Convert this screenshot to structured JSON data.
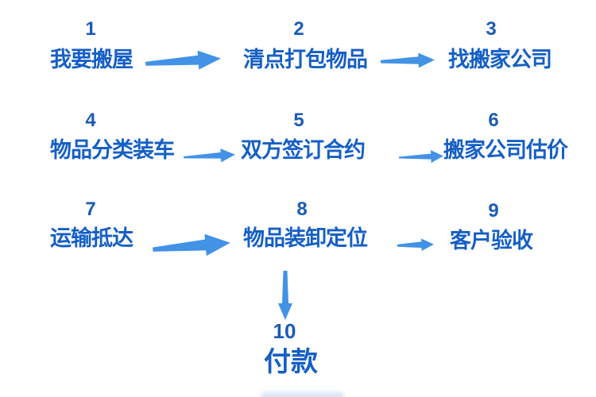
{
  "title": "搬家流程图 (moving process flowchart)",
  "colors": {
    "number": "#1b5bb5",
    "label": "#155fc6",
    "arrow": "#4292e6"
  },
  "steps": [
    {
      "num": "1",
      "label": "我要搬屋"
    },
    {
      "num": "2",
      "label": "清点打包物品"
    },
    {
      "num": "3",
      "label": "找搬家公司"
    },
    {
      "num": "4",
      "label": "物品分类装车"
    },
    {
      "num": "5",
      "label": "双方签订合约"
    },
    {
      "num": "6",
      "label": "搬家公司估价"
    },
    {
      "num": "7",
      "label": "运输抵达"
    },
    {
      "num": "8",
      "label": "物品装卸定位"
    },
    {
      "num": "9",
      "label": "客户验收"
    },
    {
      "num": "10",
      "label": "付款"
    }
  ],
  "arrows": [
    {
      "from": "1",
      "to": "2",
      "direction": "right"
    },
    {
      "from": "2",
      "to": "3",
      "direction": "right"
    },
    {
      "from": "4",
      "to": "5",
      "direction": "right"
    },
    {
      "from": "5",
      "to": "6",
      "direction": "right"
    },
    {
      "from": "7",
      "to": "8",
      "direction": "right"
    },
    {
      "from": "8",
      "to": "9",
      "direction": "right"
    },
    {
      "from": "8",
      "to": "10",
      "direction": "down"
    }
  ]
}
